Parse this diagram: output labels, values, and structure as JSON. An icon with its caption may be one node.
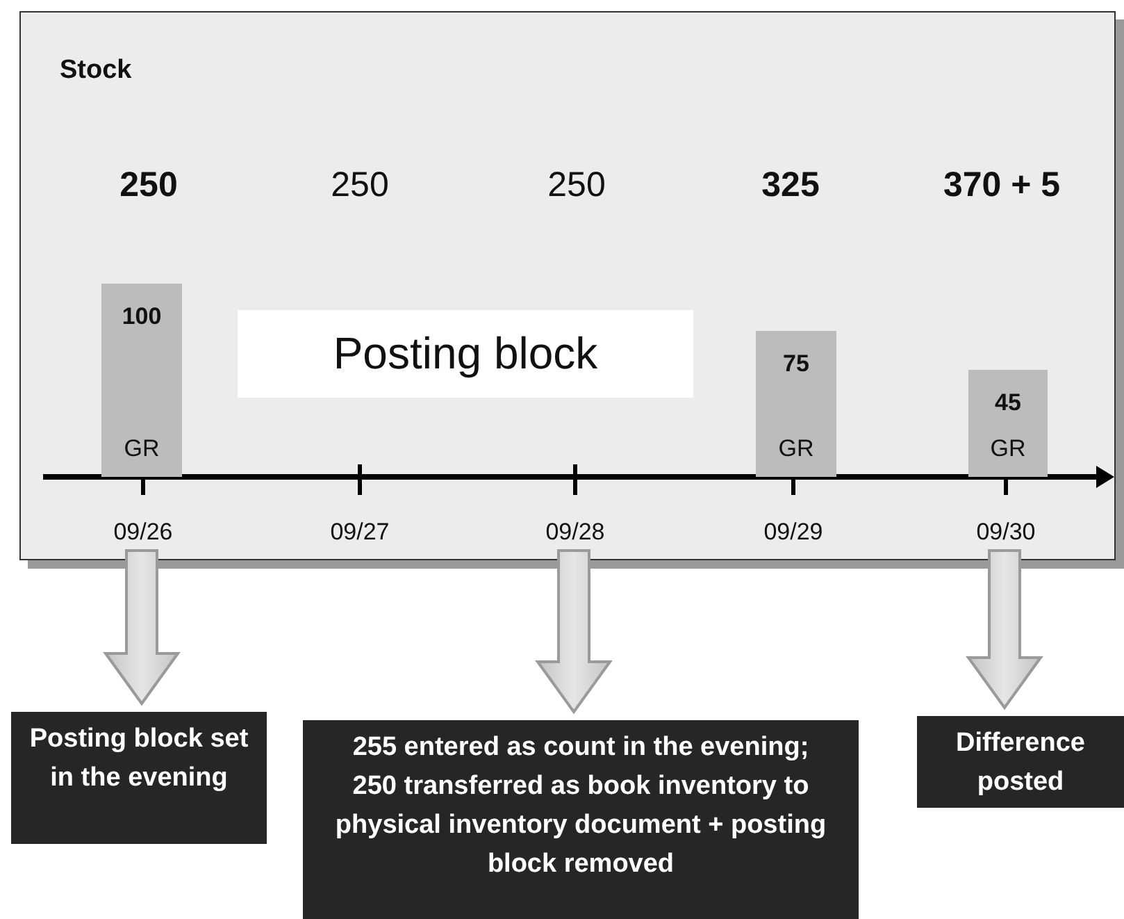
{
  "diagram": {
    "nodes": [
      {
        "text": [
          "Stock"
        ]
      },
      {
        "text": [
          "100",
          "GR"
        ],
        "in": 0
      },
      {
        "text": [
          "Posting block"
        ],
        "in": 0
      },
      {
        "text": [
          "75",
          "GR"
        ],
        "in": 0
      },
      {
        "text": [
          "45",
          "GR"
        ],
        "in": 0
      },
      {
        "text": [
          "09/26"
        ],
        "in": 0
      },
      {
        "text": [
          "09/27"
        ],
        "in": 0
      },
      {
        "text": [
          "09/28"
        ],
        "in": 0
      },
      {
        "text": [
          "09/29"
        ],
        "in": 0
      },
      {
        "text": [
          "09/30"
        ],
        "in": 0
      },
      {
        "text": [
          "Posting block set in the evening"
        ]
      },
      {
        "text": [
          "255 entered as count in the evening;",
          "250 transferred as book inventory to physical inventory document + posting block removed"
        ]
      },
      {
        "text": [
          "Difference posted"
        ]
      }
    ],
    "edges": [
      {
        "from": 5,
        "to": 10,
        "arrow": "to"
      },
      {
        "from": 7,
        "to": 11,
        "arrow": "to"
      },
      {
        "from": 9,
        "to": 12,
        "arrow": "to"
      }
    ],
    "labels": [
      "250",
      "250",
      "250",
      "325",
      "370 + 5"
    ]
  }
}
